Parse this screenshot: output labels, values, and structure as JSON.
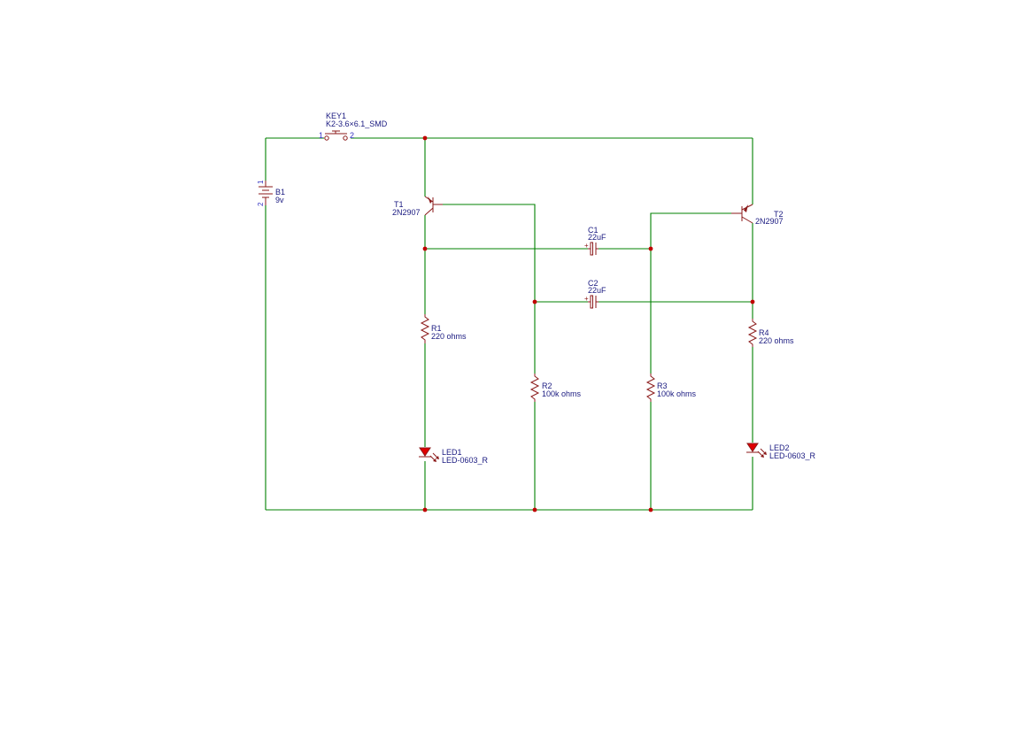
{
  "components": {
    "key1": {
      "ref": "KEY1",
      "value": "K2-3.6×6.1_SMD",
      "pin1": "1",
      "pin2": "2"
    },
    "b1": {
      "ref": "B1",
      "value": "9v",
      "pin1": "1",
      "pin2": "2"
    },
    "t1": {
      "ref": "T1",
      "value": "2N2907"
    },
    "t2": {
      "ref": "T2",
      "value": "2N2907"
    },
    "c1": {
      "ref": "C1",
      "value": "22uF",
      "polarity": "+"
    },
    "c2": {
      "ref": "C2",
      "value": "22uF",
      "polarity": "+"
    },
    "r1": {
      "ref": "R1",
      "value": "220 ohms"
    },
    "r2": {
      "ref": "R2",
      "value": "100k ohms"
    },
    "r3": {
      "ref": "R3",
      "value": "100k ohms"
    },
    "r4": {
      "ref": "R4",
      "value": "220 ohms"
    },
    "led1": {
      "ref": "LED1",
      "value": "LED-0603_R"
    },
    "led2": {
      "ref": "LED2",
      "value": "LED-0603_R"
    }
  },
  "colors": {
    "wire": "#008000",
    "junction": "#c00000",
    "symbol": "#8b1a1a",
    "led_fill": "#e00000",
    "label": "#1a1a80",
    "pin_label": "#3030c0"
  }
}
